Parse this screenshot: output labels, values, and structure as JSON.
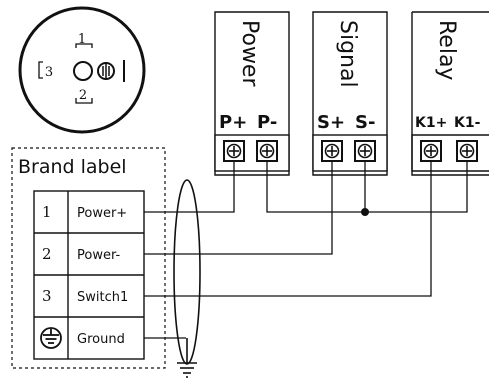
{
  "connector": {
    "pin_labels": [
      "1",
      "2",
      "3"
    ]
  },
  "modules": {
    "power": {
      "title": "Power",
      "terminals": [
        "P+",
        "P-"
      ]
    },
    "signal": {
      "title": "Signal",
      "terminals": [
        "S+",
        "S-"
      ]
    },
    "relay": {
      "title": "Relay",
      "terminals": [
        "K1+",
        "K1-"
      ]
    }
  },
  "brand_label": {
    "title": "Brand label",
    "rows": [
      {
        "num": "1",
        "name": "Power+"
      },
      {
        "num": "2",
        "name": "Power-"
      },
      {
        "num": "3",
        "name": "Switch1"
      },
      {
        "num": "",
        "name": "Ground",
        "icon": "ground-symbol-icon"
      }
    ]
  }
}
